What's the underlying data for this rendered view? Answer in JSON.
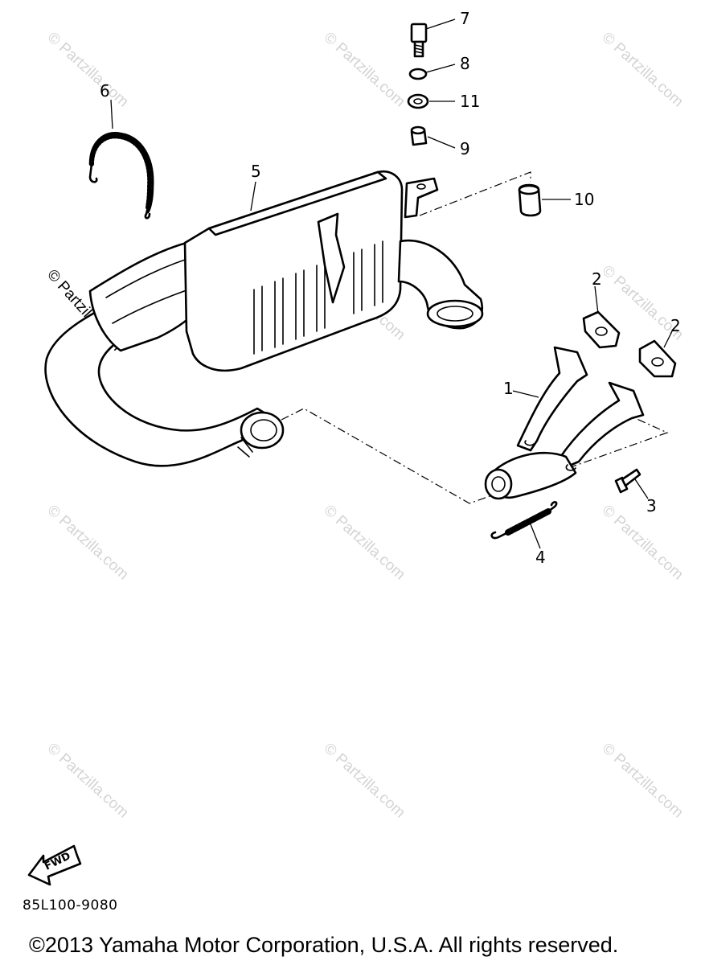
{
  "diagram": {
    "code": "85L100-9080",
    "copyright": "©2013 Yamaha Motor Corporation, U.S.A. All rights reserved.",
    "fwd_label": "FWD",
    "watermark_text": "© Partzilla.com",
    "callouts": {
      "c1": "1",
      "c2a": "2",
      "c2b": "2",
      "c3": "3",
      "c4": "4",
      "c5": "5",
      "c6": "6",
      "c7": "7",
      "c8": "8",
      "c9": "9",
      "c10": "10",
      "c11": "11"
    }
  }
}
